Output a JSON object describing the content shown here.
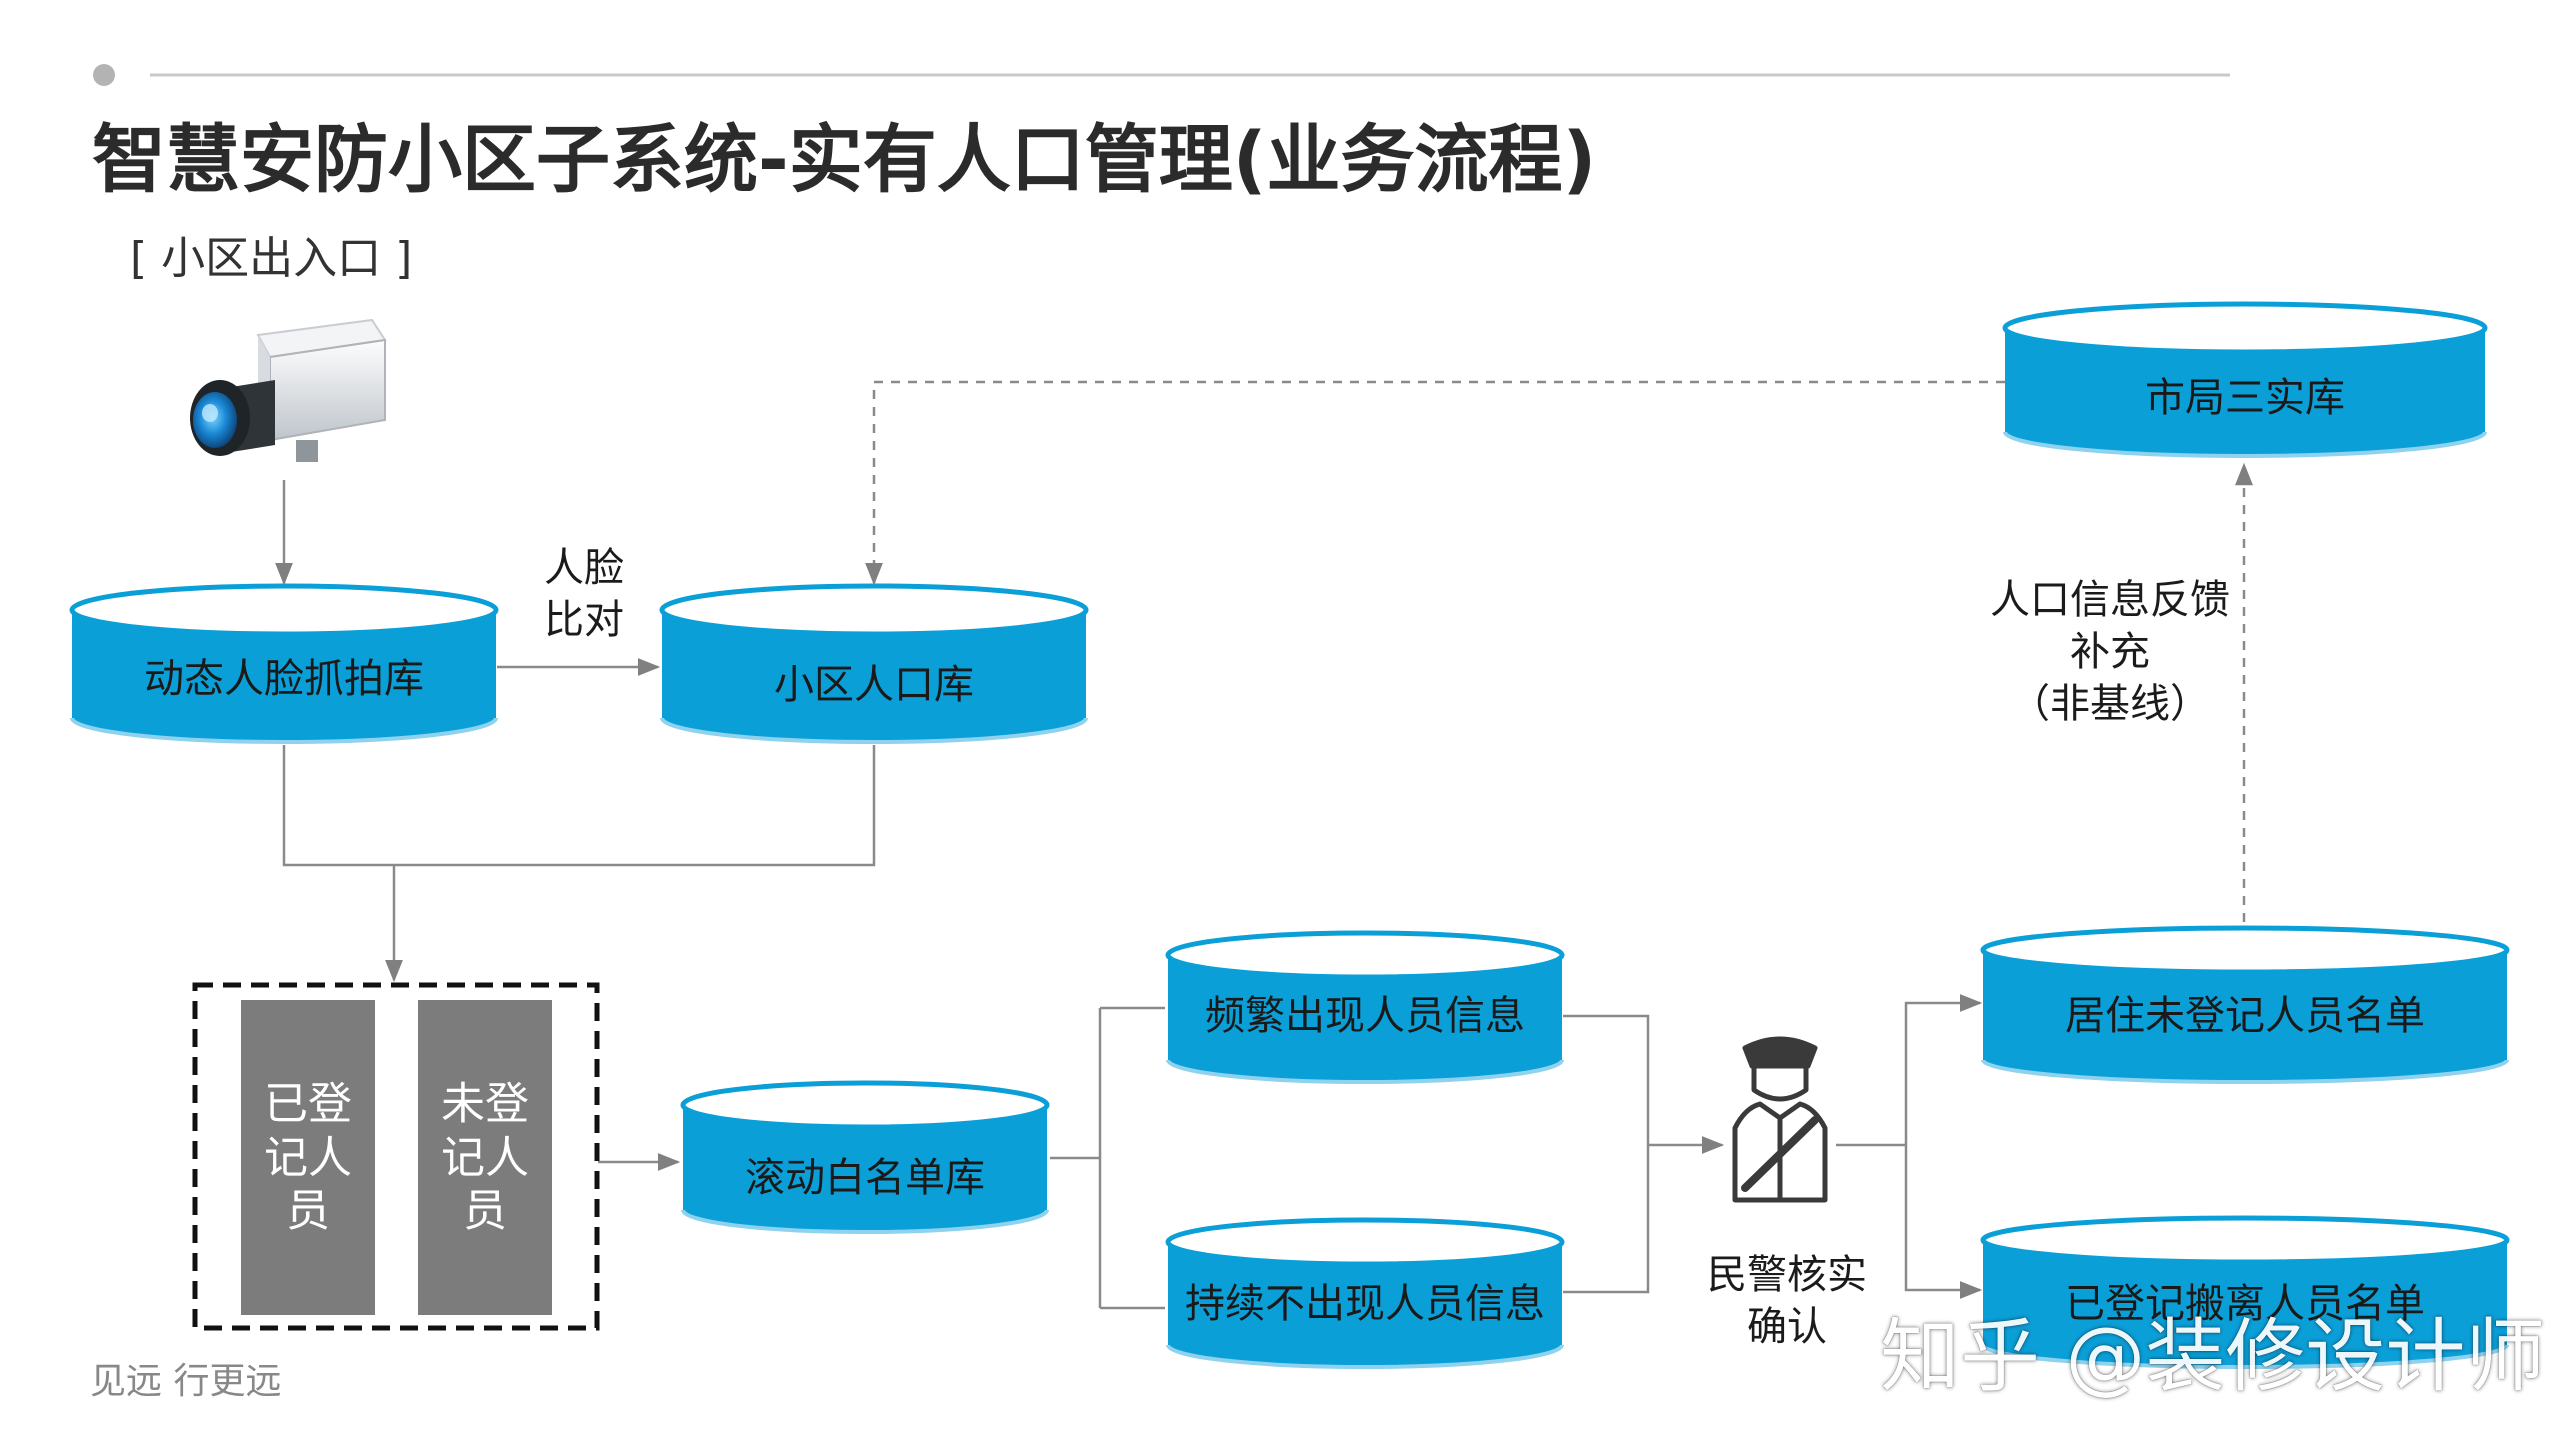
{
  "title": "智慧安防小区子系统-实有人口管理(业务流程)",
  "subtitle": "[ 小区出入口 ]",
  "footer": "见远 行更远",
  "watermark": "知乎 @装修设计师",
  "colors": {
    "db_fill": "#0b9fd8",
    "db_top": "#ffffff",
    "db_stroke": "#8fd2ee",
    "gray_box": "#7c7c7c",
    "line": "#8a8a8a"
  },
  "nodes": {
    "capture_db": "动态人脸抓拍库",
    "community_db": "小区人口库",
    "city_db": "市局三实库",
    "whitelist_db": "滚动白名单库",
    "frequent_db": "频繁出现人员信息",
    "absent_db": "持续不出现人员信息",
    "unregistered_list": "居住未登记人员名单",
    "moved_list": "已登记搬离人员名单",
    "registered_box": [
      "已登",
      "记人",
      "员"
    ],
    "unregistered_box": [
      "未登",
      "记人",
      "员"
    ]
  },
  "edge_labels": {
    "face_compare": [
      "人脸",
      "比对"
    ],
    "feedback": [
      "人口信息反馈",
      "补充",
      "（非基线）"
    ],
    "police_confirm": [
      "民警核实",
      "确认"
    ]
  },
  "icons": [
    "camera-icon",
    "police-officer-icon"
  ]
}
